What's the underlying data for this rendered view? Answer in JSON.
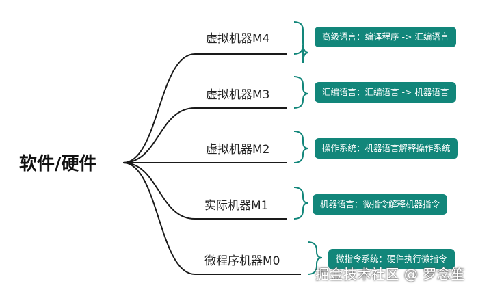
{
  "root": {
    "label": "软件/硬件"
  },
  "nodes": [
    {
      "label": "虚拟机器M4",
      "description": "高级语言：编译程序 -> 汇编语言"
    },
    {
      "label": "虚拟机器M3",
      "description": "汇编语言：汇编语言 -> 机器语言"
    },
    {
      "label": "虚拟机器M2",
      "description": "操作系统：机器语言解释操作系统"
    },
    {
      "label": "实际机器M1",
      "description": "机器语言：微指令解释机器指令"
    },
    {
      "label": "微程序机器M0",
      "description": "微指令系统：硬件执行微指令"
    }
  ],
  "watermark": "掘金技术社区 @ 罗念笙",
  "colors": {
    "line": "#1a1a1a",
    "bracket": "#12867a",
    "box": "#12867a",
    "box_text": "#ffffff"
  }
}
